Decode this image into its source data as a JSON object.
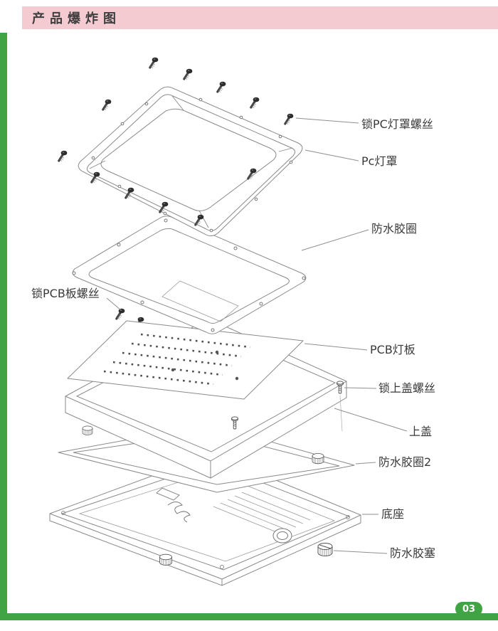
{
  "header": {
    "title": "产品爆炸图"
  },
  "theme": {
    "pink": "#f3cbd1",
    "green": "#41a444",
    "line_gray": "#8a8a8a",
    "text_dark": "#3a3a3a"
  },
  "diagram": {
    "labels": [
      {
        "id": "lock-pc-cover-screws",
        "text": "锁PC灯罩螺丝"
      },
      {
        "id": "pc-cover",
        "text": "Pc灯罩"
      },
      {
        "id": "waterproof-gasket",
        "text": "防水胶圈"
      },
      {
        "id": "lock-pcb-screws",
        "text": "锁PCB板螺丝"
      },
      {
        "id": "pcb-board",
        "text": "PCB灯板"
      },
      {
        "id": "lock-top-cover-screws",
        "text": "锁上盖螺丝"
      },
      {
        "id": "top-cover",
        "text": "上盖"
      },
      {
        "id": "waterproof-gasket-2",
        "text": "防水胶圈2"
      },
      {
        "id": "base",
        "text": "底座"
      },
      {
        "id": "waterproof-plug",
        "text": "防水胶塞"
      }
    ]
  },
  "footer": {
    "page_number": "03"
  }
}
